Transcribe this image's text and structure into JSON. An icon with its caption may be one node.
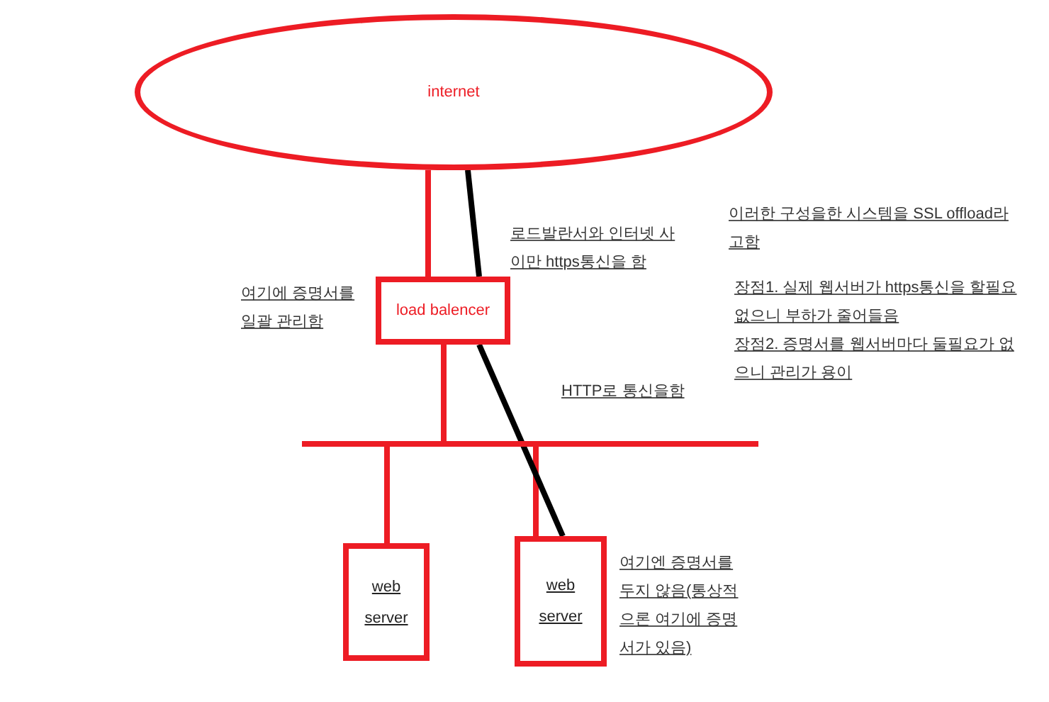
{
  "diagram": {
    "nodes": [
      {
        "text": [
          "internet"
        ]
      },
      {
        "text": [
          "load balencer"
        ],
        "beside": [
          "여기에 증명서를 일괄 관리함"
        ]
      },
      {
        "text": [],
        "shape": "bar"
      },
      {
        "text": [
          "web server"
        ]
      },
      {
        "text": [
          "web server"
        ],
        "beside": [
          "여기엔 증명서를 두지 않음(통상적으론 여기에 증명서가 있음)"
        ]
      }
    ],
    "edges": [
      {
        "from": 0,
        "to": 1,
        "arrow": "none"
      },
      {
        "from": 0,
        "to": 1,
        "arrow": "none",
        "label": "로드발란서와 인터넷 사이만 https통신을 함",
        "color": "#000000"
      },
      {
        "from": 1,
        "to": 2,
        "arrow": "none"
      },
      {
        "from": 2,
        "to": 3,
        "arrow": "none"
      },
      {
        "from": 2,
        "to": 4,
        "arrow": "none"
      },
      {
        "from": 1,
        "to": 4,
        "arrow": "none",
        "label": "HTTP로 통신을함",
        "color": "#000000"
      }
    ],
    "labels": [
      "이러한 구성을한 시스템을 SSL offload라고함",
      "장점1. 실제 웹서버가 https통신을 할필요 없으니 부하가 줄어들음",
      "장점2. 증명서를 웹서버마다 둘필요가 없으니 관리가 용이"
    ]
  }
}
